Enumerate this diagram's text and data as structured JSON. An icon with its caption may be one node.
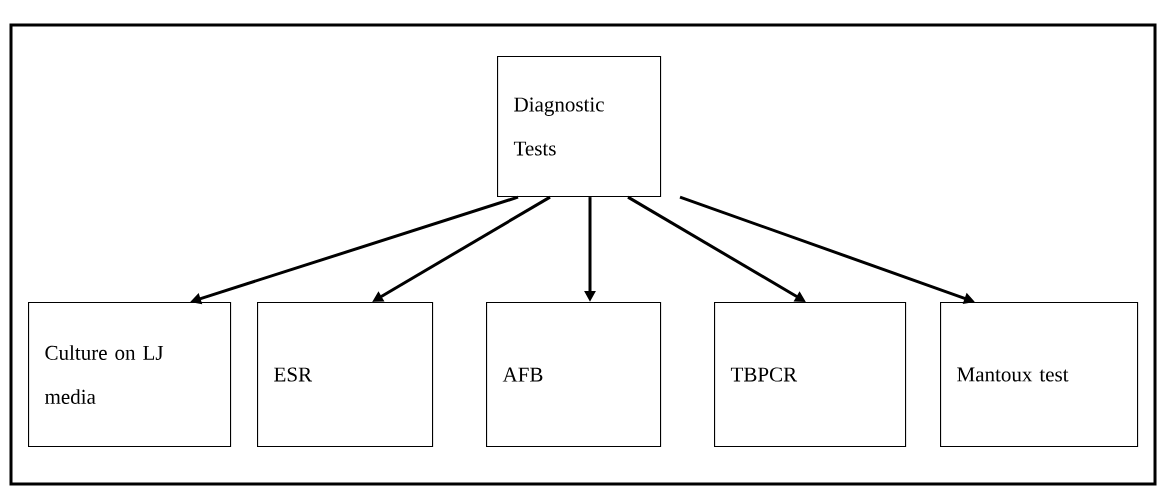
{
  "diagram": {
    "nodes": [
      {
        "text": [
          "Diagnostic Tests"
        ]
      },
      {
        "text": [
          "Culture on LJ media"
        ]
      },
      {
        "text": [
          "ESR"
        ]
      },
      {
        "text": [
          "AFB"
        ]
      },
      {
        "text": [
          "TBPCR"
        ]
      },
      {
        "text": [
          "Mantoux test"
        ]
      }
    ],
    "edges": [
      {
        "from": 0,
        "to": 1,
        "arrow": "to"
      },
      {
        "from": 0,
        "to": 2,
        "arrow": "to"
      },
      {
        "from": 0,
        "to": 3,
        "arrow": "to"
      },
      {
        "from": 0,
        "to": 4,
        "arrow": "to"
      },
      {
        "from": 0,
        "to": 5,
        "arrow": "to"
      }
    ]
  }
}
